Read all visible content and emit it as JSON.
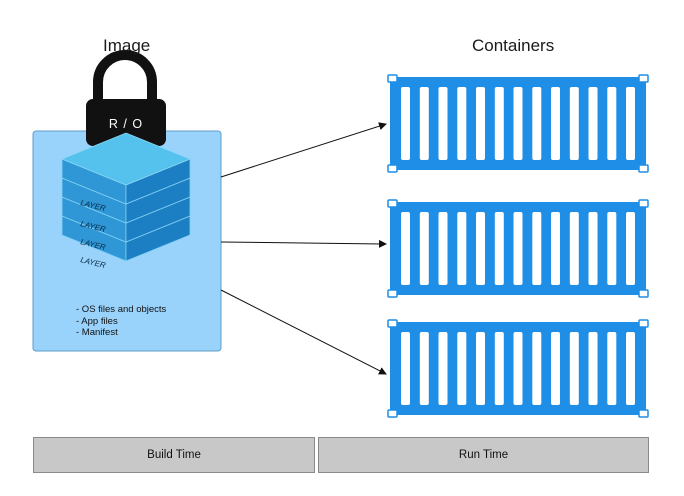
{
  "image_title": "Image",
  "containers_title": "Containers",
  "lock_label": "R / O",
  "layer_label": "LAYER",
  "image_contents": [
    "- OS files and objects",
    "- App files",
    "- Manifest"
  ],
  "phases": {
    "build": "Build Time",
    "run": "Run Time"
  },
  "colors": {
    "image_box": "#99d3fb",
    "image_box_border": "#5f9ec9",
    "layer_top": "#55c2ee",
    "layer_left": "#2f97d6",
    "layer_right": "#1c7ec3",
    "container_blue": "#1f8ee6",
    "lock_body": "#111111",
    "phase_bar": "#c8c8c8"
  }
}
